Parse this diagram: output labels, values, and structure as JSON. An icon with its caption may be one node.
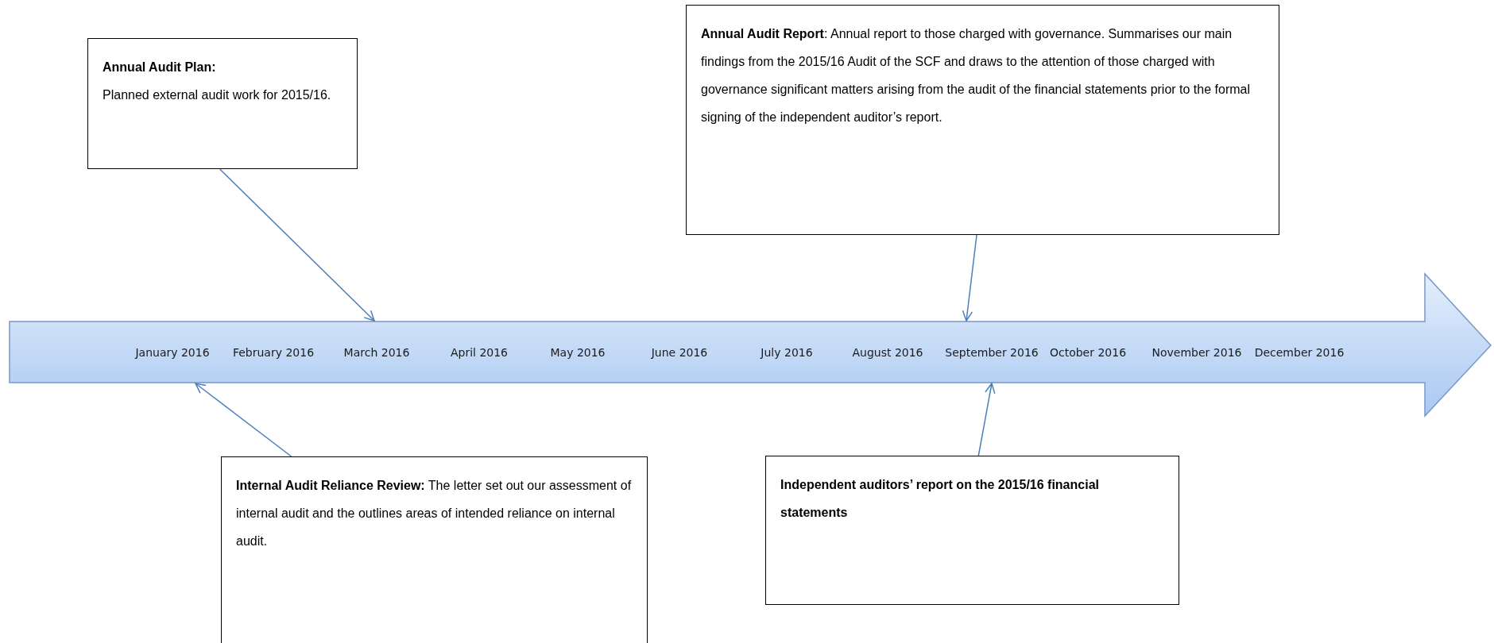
{
  "diagram": {
    "nodes": [
      {
        "text": [
          "January 2016",
          "February 2016",
          "March 2016",
          "April 2016",
          "May 2016",
          "June 2016",
          "July 2016",
          "August 2016",
          "September 2016",
          "October 2016",
          "November 2016",
          "December 2016"
        ]
      },
      {
        "text": [
          "Annual Audit Plan:",
          "Planned external audit work for 2015/16."
        ]
      },
      {
        "text": [
          "**Annual Audit Report**: Annual report to those charged with governance. Summarises our main findings from the 2015/16 Audit of the SCF and draws to the attention of those charged with governance significant matters arising from the audit of the financial statements prior to the formal signing of the independent auditor’s report."
        ]
      },
      {
        "text": [
          "**Internal Audit Reliance Review:** The letter set out our assessment of internal audit and the outlines areas of intended reliance on internal audit."
        ]
      },
      {
        "text": [
          "Independent auditors’ report on the 2015/16 financial statements"
        ]
      }
    ],
    "edges": [
      {
        "from": 1,
        "to": 0,
        "arrow": "to"
      },
      {
        "from": 2,
        "to": 0,
        "arrow": "to"
      },
      {
        "from": 3,
        "to": 0,
        "arrow": "to"
      },
      {
        "from": 4,
        "to": 0,
        "arrow": "to"
      }
    ]
  }
}
